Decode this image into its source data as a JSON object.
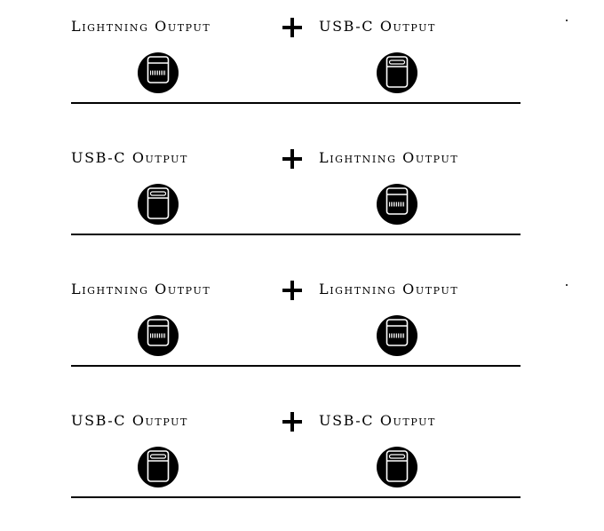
{
  "colors": {
    "ink": "#000000",
    "background": "#ffffff"
  },
  "rows": [
    {
      "left": {
        "label": "Lightning Output",
        "icon": "lightning-port-icon"
      },
      "right": {
        "label": "USB-C Output",
        "icon": "usb-c-port-icon"
      }
    },
    {
      "left": {
        "label": "USB-C Output",
        "icon": "usb-c-port-icon"
      },
      "right": {
        "label": "Lightning Output",
        "icon": "lightning-port-icon"
      }
    },
    {
      "left": {
        "label": "Lightning Output",
        "icon": "lightning-port-icon"
      },
      "right": {
        "label": "Lightning Output",
        "icon": "lightning-port-icon"
      }
    },
    {
      "left": {
        "label": "USB-C Output",
        "icon": "usb-c-port-icon"
      },
      "right": {
        "label": "USB-C Output",
        "icon": "usb-c-port-icon"
      }
    }
  ]
}
